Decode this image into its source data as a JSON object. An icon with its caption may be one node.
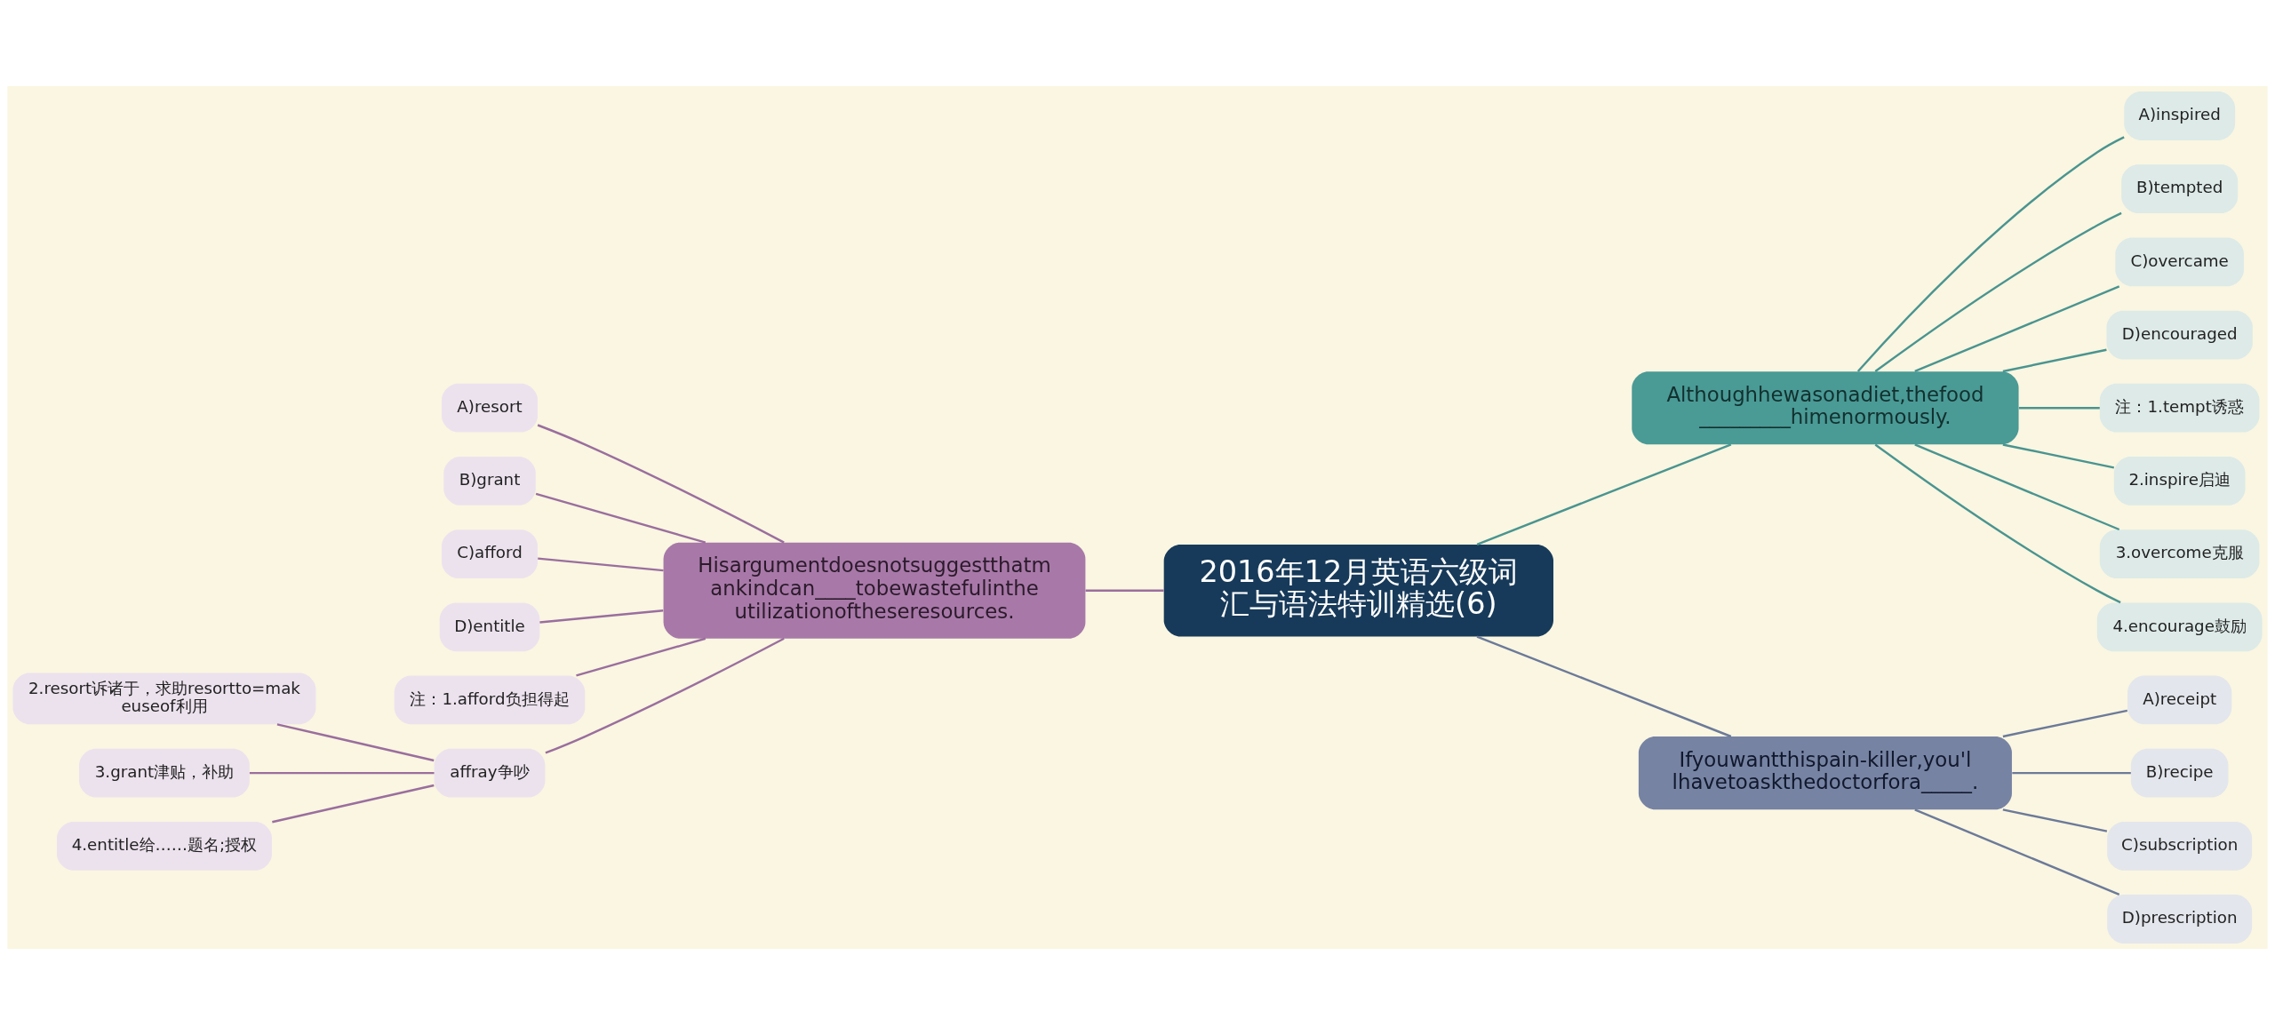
{
  "diagram": {
    "nodes": [
      {
        "text": [
          "2016年12月英语六级词汇与语法特训精选(6)"
        ]
      },
      {
        "text": [
          "Hisargumentdoesnotsuggestthatmankindcan____tobewastefulintheutilizationoftheseresources."
        ]
      },
      {
        "text": [
          "A)resort"
        ]
      },
      {
        "text": [
          "B)grant"
        ]
      },
      {
        "text": [
          "C)afford"
        ]
      },
      {
        "text": [
          "D)entitle"
        ]
      },
      {
        "text": [
          "注：1.afford负担得起"
        ]
      },
      {
        "text": [
          "affray争吵"
        ]
      },
      {
        "text": [
          "2.resort诉诸于，求助resortto=makeuseof利用"
        ]
      },
      {
        "text": [
          "3.grant津贴，补助"
        ]
      },
      {
        "text": [
          "4.entitle给……题名;授权"
        ]
      },
      {
        "text": [
          "Althoughhewasonadiet,thefood _________himenormously."
        ]
      },
      {
        "text": [
          "A)inspired"
        ]
      },
      {
        "text": [
          "B)tempted"
        ]
      },
      {
        "text": [
          "C)overcame"
        ]
      },
      {
        "text": [
          "D)encouraged"
        ]
      },
      {
        "text": [
          "注：1.tempt诱惑"
        ]
      },
      {
        "text": [
          "2.inspire启迪"
        ]
      },
      {
        "text": [
          "3.overcome克服"
        ]
      },
      {
        "text": [
          "4.encourage鼓励"
        ]
      },
      {
        "text": [
          "Ifyouwantthispain-killer,you'llhavetoaskthedoctorfora_____."
        ]
      },
      {
        "text": [
          "A)receipt"
        ]
      },
      {
        "text": [
          "B)recipe"
        ]
      },
      {
        "text": [
          "C)subscription"
        ]
      },
      {
        "text": [
          "D)prescription"
        ]
      }
    ],
    "edges": [
      {
        "from": 0,
        "to": 1,
        "arrow": "none"
      },
      {
        "from": 1,
        "to": 2,
        "arrow": "none"
      },
      {
        "from": 1,
        "to": 3,
        "arrow": "none"
      },
      {
        "from": 1,
        "to": 4,
        "arrow": "none"
      },
      {
        "from": 1,
        "to": 5,
        "arrow": "none"
      },
      {
        "from": 1,
        "to": 6,
        "arrow": "none"
      },
      {
        "from": 1,
        "to": 7,
        "arrow": "none"
      },
      {
        "from": 7,
        "to": 8,
        "arrow": "none"
      },
      {
        "from": 7,
        "to": 9,
        "arrow": "none"
      },
      {
        "from": 7,
        "to": 10,
        "arrow": "none"
      },
      {
        "from": 0,
        "to": 11,
        "arrow": "none",
        "color": "#4a9490"
      },
      {
        "from": 11,
        "to": 12,
        "arrow": "none",
        "color": "#4a9490"
      },
      {
        "from": 11,
        "to": 13,
        "arrow": "none",
        "color": "#4a9490"
      },
      {
        "from": 11,
        "to": 14,
        "arrow": "none",
        "color": "#4a9490"
      },
      {
        "from": 11,
        "to": 15,
        "arrow": "none",
        "color": "#4a9490"
      },
      {
        "from": 11,
        "to": 16,
        "arrow": "none",
        "color": "#4a9490"
      },
      {
        "from": 11,
        "to": 17,
        "arrow": "none",
        "color": "#4a9490"
      },
      {
        "from": 11,
        "to": 18,
        "arrow": "none",
        "color": "#4a9490"
      },
      {
        "from": 11,
        "to": 19,
        "arrow": "none",
        "color": "#4a9490"
      },
      {
        "from": 0,
        "to": 20,
        "arrow": "none",
        "color": "#6c7a99"
      },
      {
        "from": 20,
        "to": 21,
        "arrow": "none",
        "color": "#6c7a99"
      },
      {
        "from": 20,
        "to": 22,
        "arrow": "none",
        "color": "#6c7a99"
      },
      {
        "from": 20,
        "to": 23,
        "arrow": "none",
        "color": "#6c7a99"
      },
      {
        "from": 20,
        "to": 24,
        "arrow": "none",
        "color": "#6c7a99"
      }
    ]
  }
}
